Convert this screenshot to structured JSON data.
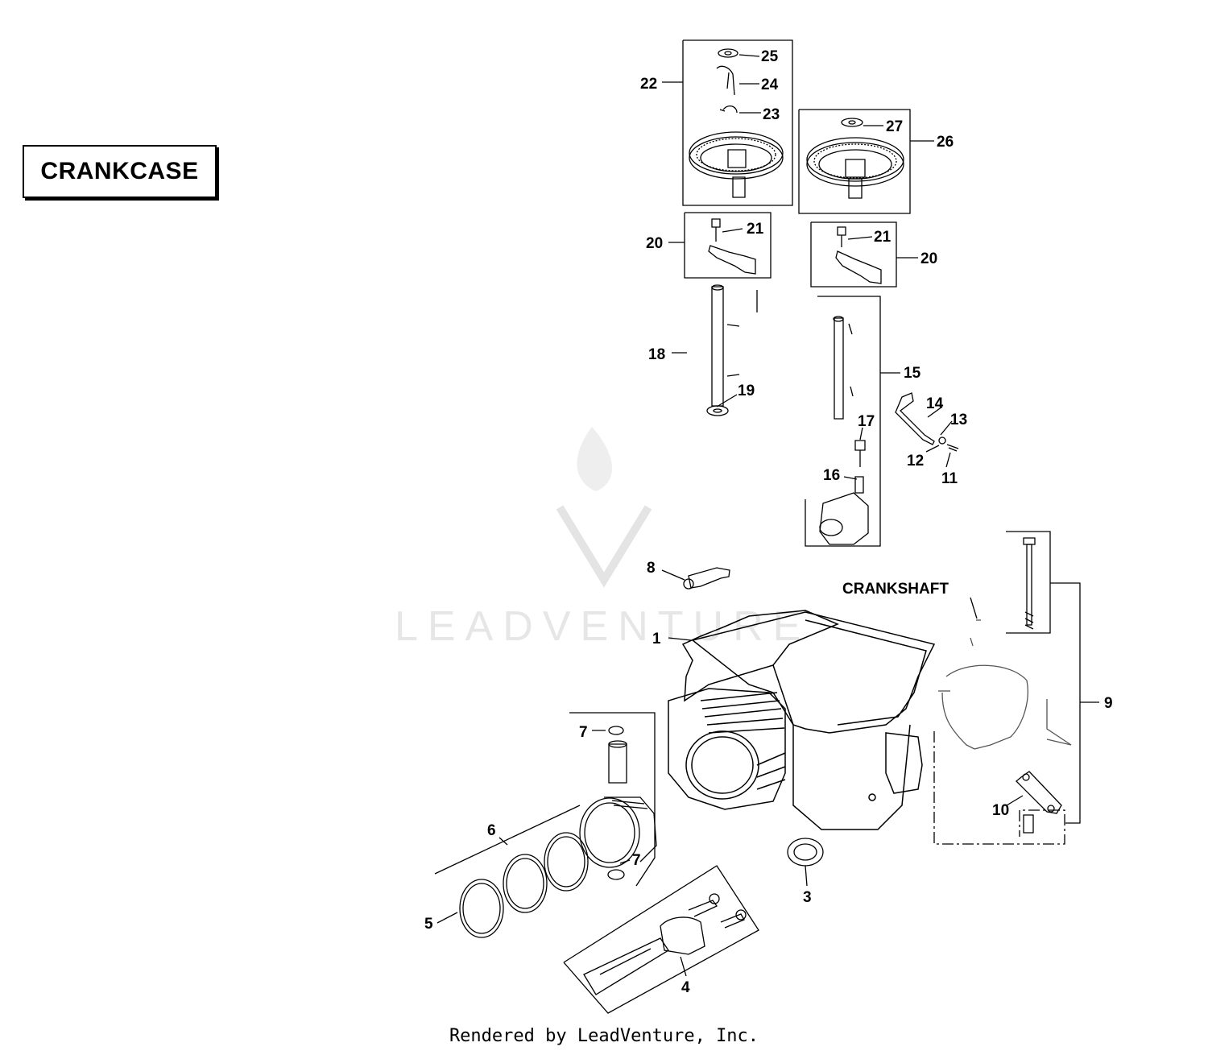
{
  "title": "CRANKCASE",
  "crankshaft_label": "CRANKSHAFT",
  "watermark": "LEADVENTURE",
  "footer": "Rendered by LeadVenture, Inc.",
  "callouts": {
    "c1": "1",
    "c3": "3",
    "c4": "4",
    "c5": "5",
    "c6": "6",
    "c7a": "7",
    "c7b": "7",
    "c8": "8",
    "c9": "9",
    "c10": "10",
    "c11": "11",
    "c12": "12",
    "c13": "13",
    "c14": "14",
    "c15": "15",
    "c16": "16",
    "c17": "17",
    "c18": "18",
    "c19": "19",
    "c20a": "20",
    "c20b": "20",
    "c21a": "21",
    "c21b": "21",
    "c22": "22",
    "c23": "23",
    "c24": "24",
    "c25": "25",
    "c26": "26",
    "c27": "27"
  }
}
